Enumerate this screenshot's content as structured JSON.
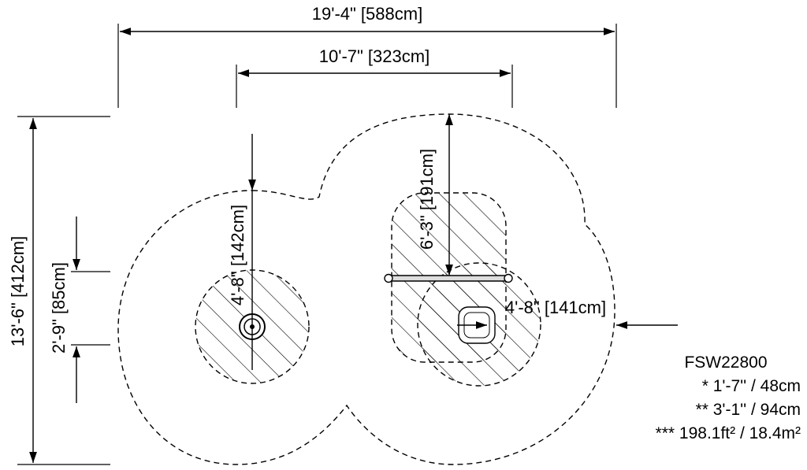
{
  "diagram": {
    "dimensions": {
      "overall_width": "19'-4\" [588cm]",
      "inner_width": "10'-7\" [323cm]",
      "overall_height": "13'-6\" [412cm]",
      "left_radius": "4'-8\" [142cm]",
      "left_zone": "2'-9\" [85cm]",
      "right_radius": "6'-3\" [191cm]",
      "right_offset": "4'-8\" [141cm]"
    },
    "specs": {
      "model": "FSW22800",
      "line1": "* 1'-7'' / 48cm",
      "line2": "** 3'-1'' / 94cm",
      "line3": "*** 198.1ft² / 18.4m²"
    }
  }
}
